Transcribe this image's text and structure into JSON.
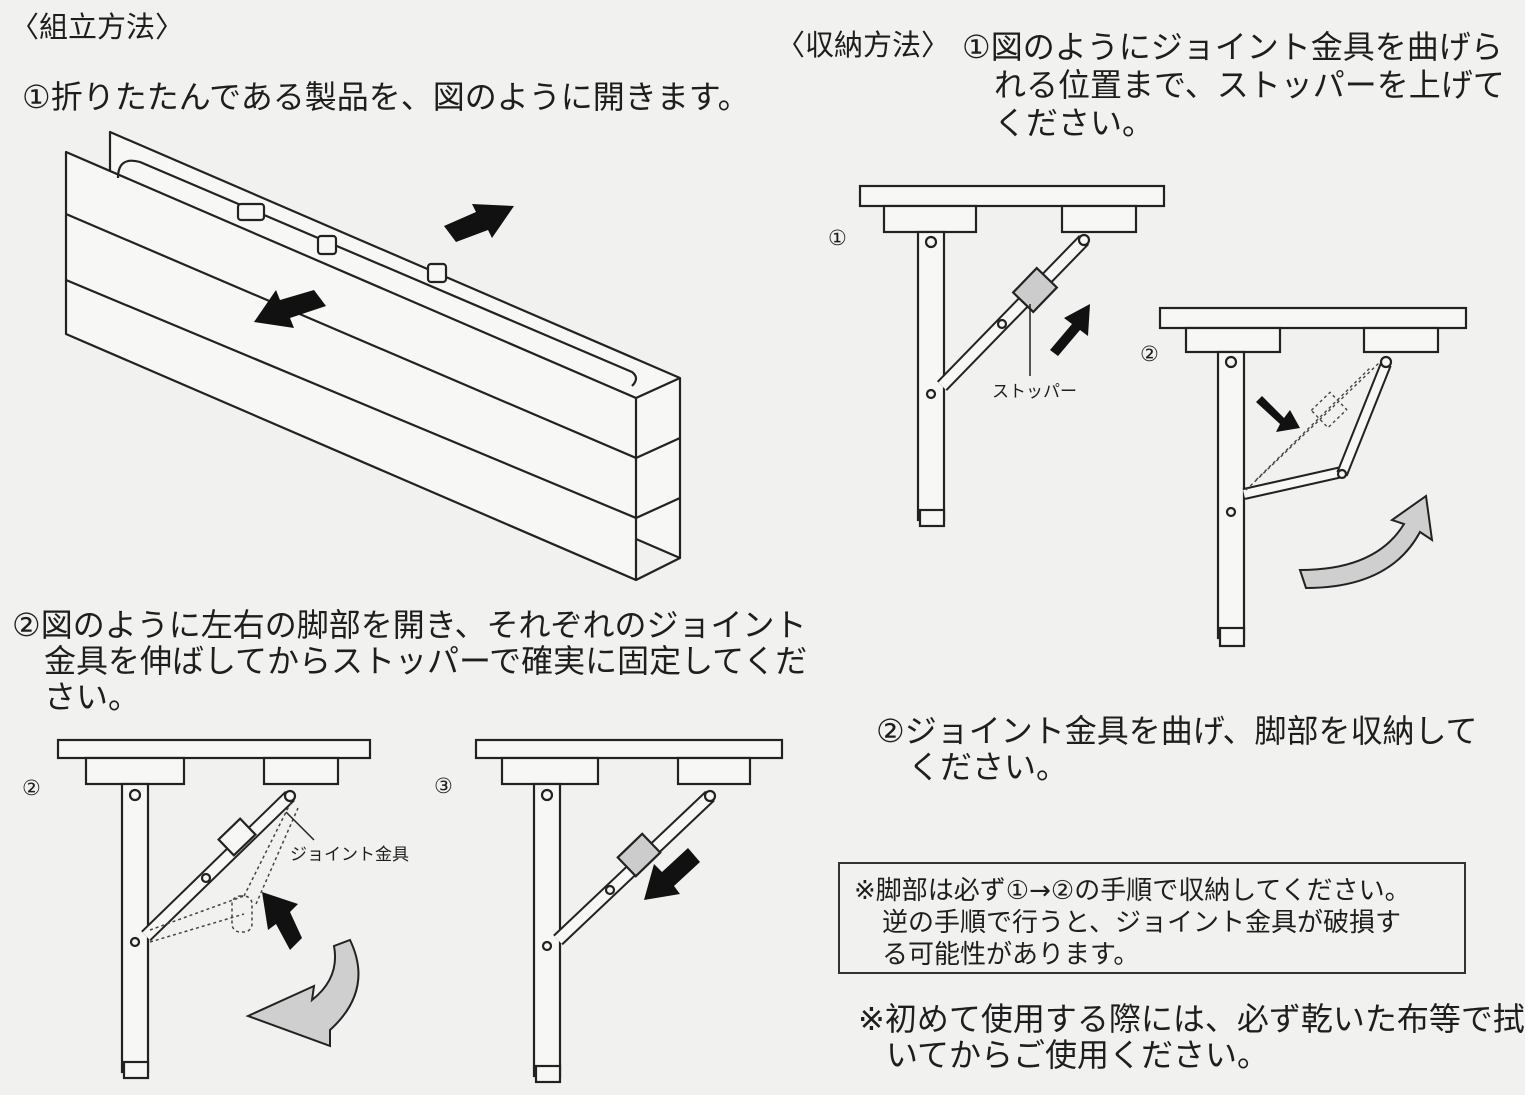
{
  "assembly": {
    "title": "〈組立方法〉",
    "step1": "①折りたたんである製品を、図のように開きます。",
    "step2_lines": [
      "②図のように左右の脚部を開き、それぞれのジョイント",
      "金具を伸ばしてからストッパーで確実に固定してくだ",
      "さい。"
    ],
    "fig_num_2": "②",
    "fig_num_3": "③",
    "label_joint": "ジョイント金具"
  },
  "storage": {
    "title": "〈収納方法〉",
    "step1_lines": [
      "①図のようにジョイント金具を曲げら",
      "れる位置まで、ストッパーを上げて",
      "ください。"
    ],
    "fig_num_1": "①",
    "fig_num_2": "②",
    "label_stopper": "ストッパー",
    "step2_lines": [
      "②ジョイント金具を曲げ、脚部を収納して",
      "ください。"
    ]
  },
  "notes": {
    "boxed_lines": [
      "※脚部は必ず①→②の手順で収納してください。",
      "逆の手順で行うと、ジョイント金具が破損す",
      "る可能性があります。"
    ],
    "first_use_lines": [
      "※初めて使用する際には、必ず乾いた布等で拭",
      "いてからご使用ください。"
    ]
  }
}
